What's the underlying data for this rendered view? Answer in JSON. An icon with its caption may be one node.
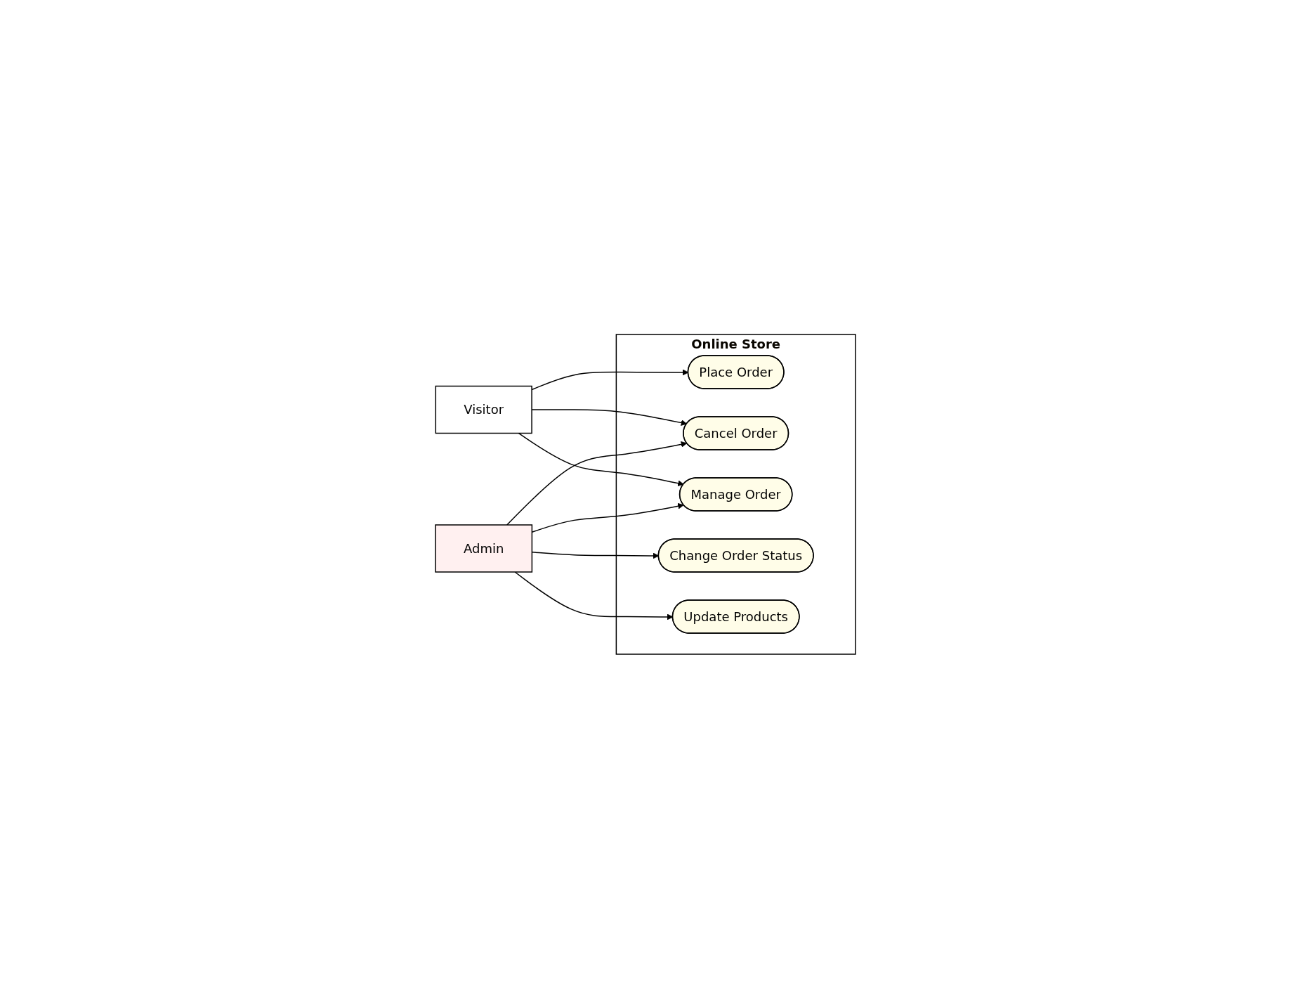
{
  "diagram": {
    "nodes": [
      {
        "text": [
          "Visitor"
        ]
      },
      {
        "text": [
          "Online Store"
        ]
      },
      {
        "text": [
          "Place Order"
        ],
        "in": 1
      },
      {
        "text": [
          "Cancel Order"
        ],
        "in": 1
      },
      {
        "text": [
          "Manage Order"
        ],
        "in": 1
      },
      {
        "text": [
          "Change Order Status"
        ],
        "in": 1
      },
      {
        "text": [
          "Update Products"
        ],
        "in": 1
      },
      {
        "text": [
          "Admin"
        ]
      }
    ],
    "edges": [
      {
        "from": 0,
        "to": 2,
        "arrow": "to"
      },
      {
        "from": 0,
        "to": 3,
        "arrow": "to"
      },
      {
        "from": 0,
        "to": 4,
        "arrow": "to"
      },
      {
        "from": 7,
        "to": 3,
        "arrow": "to"
      },
      {
        "from": 7,
        "to": 4,
        "arrow": "to"
      },
      {
        "from": 7,
        "to": 5,
        "arrow": "to"
      },
      {
        "from": 7,
        "to": 6,
        "arrow": "to"
      }
    ]
  }
}
